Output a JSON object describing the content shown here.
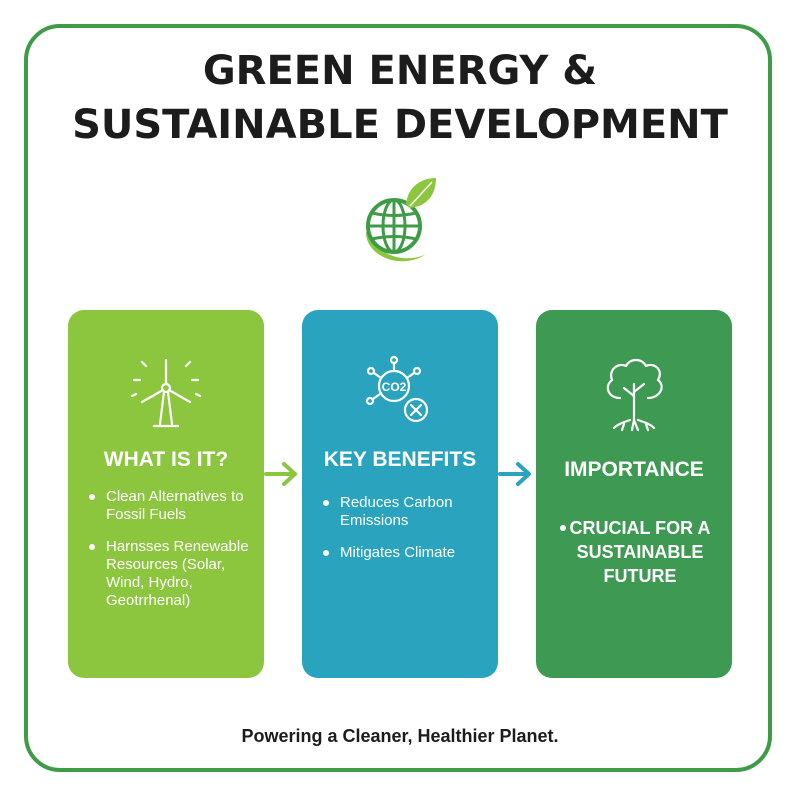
{
  "header": {
    "title_line1": "GREEN ENERGY &",
    "title_line2": "SUSTAINABLE DEVELOPMENT"
  },
  "colors": {
    "frame": "#3e9b47",
    "card_what": "#8cc63f",
    "card_benefits": "#2aa4be",
    "card_importance": "#3e9a52",
    "arrow_green": "#8cc63f",
    "arrow_blue": "#2aa4be"
  },
  "icons": {
    "logo": "globe-leaf-icon",
    "card_what": "wind-turbine-icon",
    "card_benefits": "co2-reduction-icon",
    "card_importance": "tree-icon"
  },
  "co2_label": "CO2",
  "cards": [
    {
      "title": "WHAT IS IT?",
      "bullets": [
        "Clean Alternatives to Fossil Fuels",
        "Harnsses Renewable Resources (Solar, Wind, Hydro, Geotrrhenal)"
      ]
    },
    {
      "title": "KEY BENEFITS",
      "bullets": [
        "Reduces Carbon Emissions",
        "Mitigates Climate"
      ]
    },
    {
      "title": "IMPORTANCE",
      "bullets": [
        "CRUCIAL FOR A SUSTAINABLE FUTURE"
      ]
    }
  ],
  "footer": {
    "tagline": "Powering a Cleaner, Healthier Planet."
  }
}
